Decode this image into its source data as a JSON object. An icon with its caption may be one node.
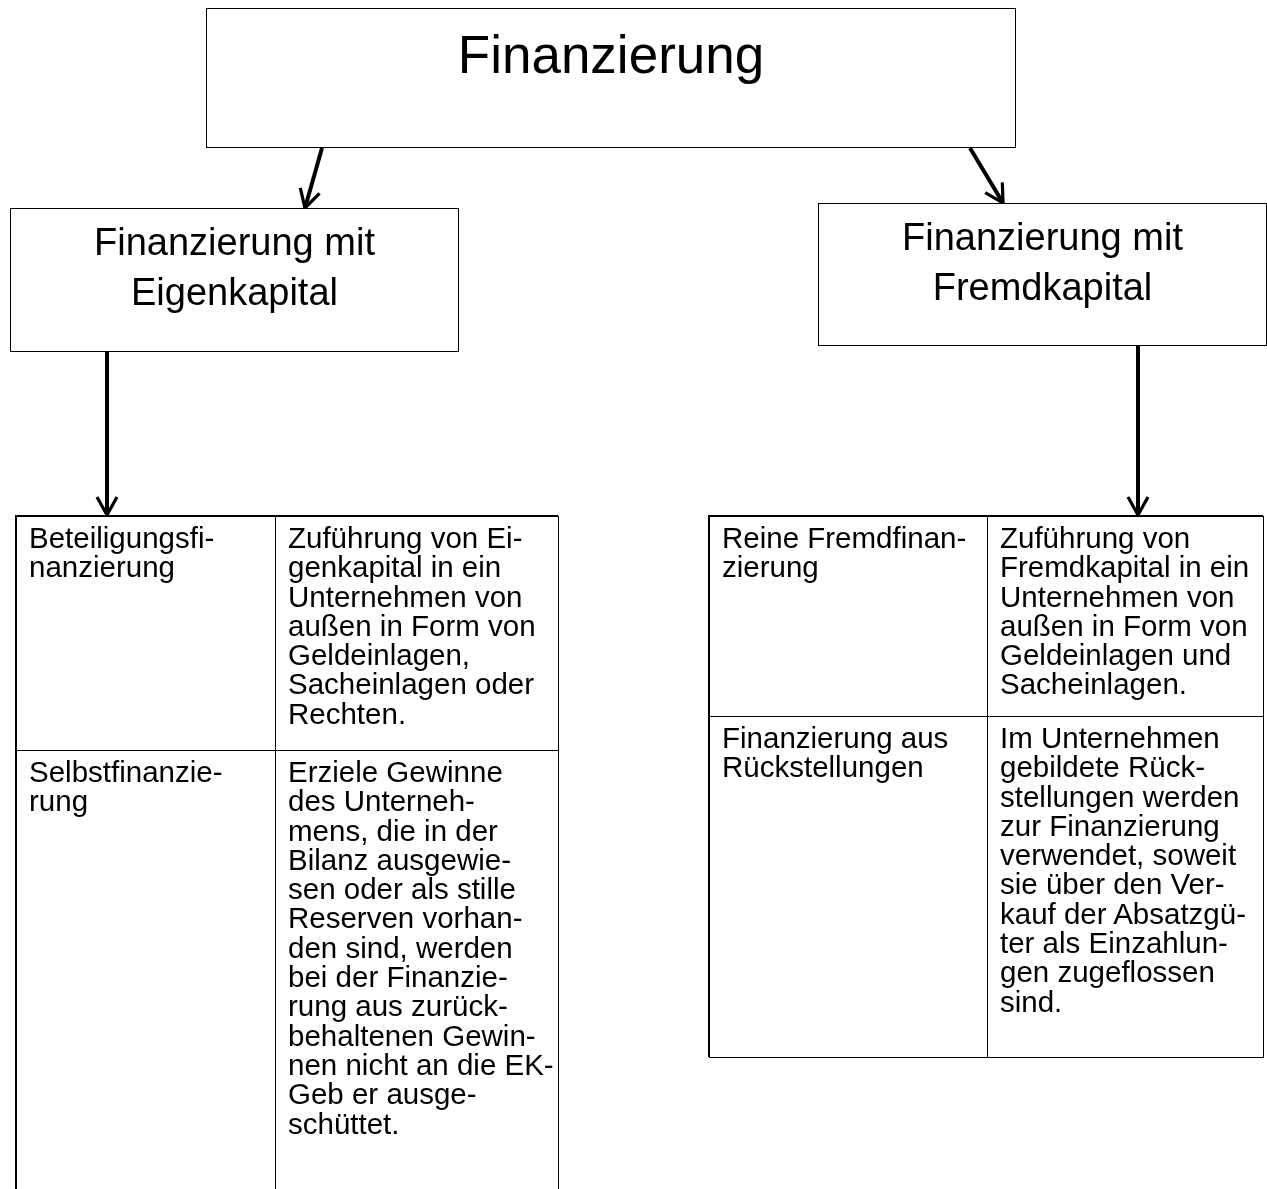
{
  "diagram": {
    "nodes": [
      {
        "text": [
          "Finanzierung"
        ]
      },
      {
        "text": [
          "Finanzierung mit Eigenkapital"
        ]
      },
      {
        "text": [
          "Finanzierung mit Fremdkapital"
        ]
      },
      {
        "text": [],
        "shape": "box"
      },
      {
        "text": [
          "Beteiligungsfi- nanzierung"
        ],
        "in": 3
      },
      {
        "text": [
          "Zuführung von Ei- genkapital in ein Unternehmen von außen in Form von Geldeinlagen, Sacheinlagen oder Rechten."
        ],
        "in": 3
      },
      {
        "text": [
          "Selbstfinanzie- rung"
        ],
        "in": 3
      },
      {
        "text": [
          "Erziele Gewinne des Unterneh- mens, die in der Bilanz ausgewie- sen oder als stille Reserven vorhan- den sind, werden bei der Finanzie- rung aus zurück- behaltenen Gewin- nen nicht an die EK-Geb er ausge- schüttet."
        ],
        "in": 3
      },
      {
        "text": [],
        "shape": "box"
      },
      {
        "text": [
          "Reine Fremdfinan- zierung"
        ],
        "in": 8
      },
      {
        "text": [
          "Zuführung von Fremdkapital in ein Unternehmen von außen in Form von Geldeinlagen und Sacheinlagen."
        ],
        "in": 8
      },
      {
        "text": [
          "Finanzierung aus Rückstellungen"
        ],
        "in": 8
      },
      {
        "text": [
          "Im Unternehmen gebildete Rück- stellungen werden zur Finanzierung verwendet, soweit sie über den Ver- kauf der Absatzgü- ter als Einzahlun- gen zugeflossen sind."
        ],
        "in": 8
      }
    ],
    "edges": [
      {
        "from": 0,
        "to": 1,
        "arrow": "to"
      },
      {
        "from": 0,
        "to": 2,
        "arrow": "to"
      },
      {
        "from": 1,
        "to": 3,
        "arrow": "to"
      },
      {
        "from": 2,
        "to": 8,
        "arrow": "to"
      }
    ]
  }
}
